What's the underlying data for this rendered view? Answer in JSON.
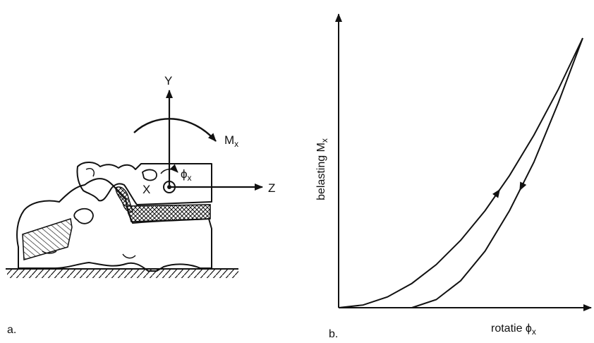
{
  "panel_a": {
    "label": "a.",
    "axis_y": "Y",
    "axis_x": "X",
    "axis_z": "Z",
    "moment_symbol": "M",
    "moment_subscript": "x",
    "rotation_symbol": "ϕ",
    "rotation_subscript": "x"
  },
  "panel_b": {
    "label": "b.",
    "ylabel_text": "belasting M",
    "ylabel_subscript": "x",
    "xlabel_text": "rotatie ϕ",
    "xlabel_subscript": "x"
  },
  "chart_data": {
    "type": "line",
    "xlabel": "rotatie ϕx",
    "ylabel": "belasting Mx",
    "series": [
      {
        "x": [
          0,
          0.1,
          0.2,
          0.3,
          0.4,
          0.5,
          0.6,
          0.7,
          0.8,
          0.9,
          1.0
        ],
        "y": [
          0,
          0.01,
          0.04,
          0.09,
          0.16,
          0.25,
          0.36,
          0.49,
          0.64,
          0.81,
          1.0
        ]
      },
      {
        "x": [
          0.3,
          0.4,
          0.5,
          0.6,
          0.7,
          0.8,
          0.9,
          1.0
        ],
        "y": [
          0,
          0.03,
          0.1,
          0.21,
          0.36,
          0.54,
          0.76,
          1.0
        ]
      }
    ]
  }
}
